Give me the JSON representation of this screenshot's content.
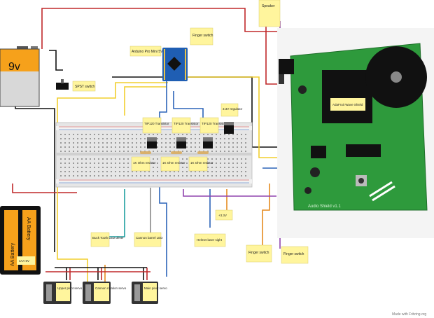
{
  "battery_9v": {
    "label": "9v"
  },
  "switch": {
    "label": "SPST switch"
  },
  "arduino": {
    "label": "Arduino Pro Mini 5V"
  },
  "transistors": [
    {
      "label": "TIP120 Transistor"
    },
    {
      "label": "TIP120 Transistor"
    },
    {
      "label": "TIP120 Transistor"
    }
  ],
  "resistors": [
    {
      "label": "1K Ohm resistor"
    },
    {
      "label": "1K Ohm resistor"
    },
    {
      "label": "1K Ohm resistor"
    }
  ],
  "regulator": {
    "label": "3.3V regulator"
  },
  "speaker": {
    "label": "Speaker"
  },
  "finger_switch_top": {
    "label": "Finger switch"
  },
  "wave_shield": {
    "label": "AdaFruit Wave Shield",
    "board_text": "Audio Shield v1.1"
  },
  "aa_battery": {
    "label_1": "AA Battery",
    "label_2": "AA Battery",
    "pack_label": "4AA 6V"
  },
  "buck_tooth_led": {
    "label": "Buck Tooth LED driver"
  },
  "cannon_led": {
    "label": "Cannon barrel LED"
  },
  "helmet_light": {
    "label": "Helmet laser sight"
  },
  "v33": {
    "label": "+3.3V"
  },
  "finger_switch_b1": {
    "label": "Finger switch"
  },
  "finger_switch_b2": {
    "label": "Finger switch"
  },
  "servos": [
    {
      "label": "Upper pivot servo"
    },
    {
      "label": "Cannon rotation servo"
    },
    {
      "label": "Main pivot servo"
    }
  ],
  "footer": {
    "text": "Made with Fritzing.org"
  },
  "colors": {
    "red": "#c0282a",
    "black": "#111111",
    "yellow": "#f2cf2e",
    "blue": "#2b63b8",
    "orange": "#e58a1f",
    "purple": "#8f44ad",
    "pcb": "#2e9a3c",
    "note": "#fff59d"
  }
}
